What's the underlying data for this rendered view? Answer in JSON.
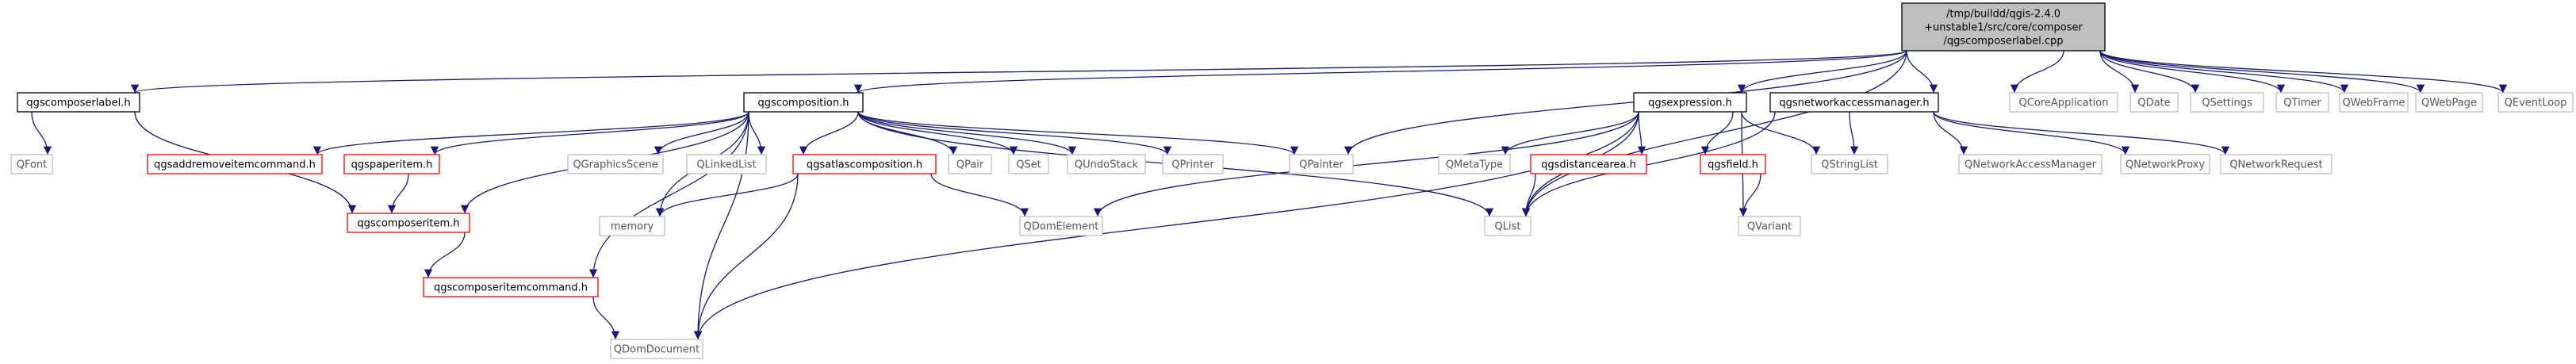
{
  "graph": {
    "root_lines": [
      "/tmp/buildd/qgis-2.4.0",
      "+unstable1/src/core/composer",
      "/qgscomposerlabel.cpp"
    ],
    "nodes": [
      {
        "id": "root",
        "label": "/tmp/buildd/qgis-2.4.0\n+unstable1/src/core/composer\n/qgscomposerlabel.cpp",
        "style": "root"
      },
      {
        "id": "qgscomposerlabel_h",
        "label": "qgscomposerlabel.h",
        "style": "internal"
      },
      {
        "id": "qgscomposition_h",
        "label": "qgscomposition.h",
        "style": "internal"
      },
      {
        "id": "qgsexpression_h",
        "label": "qgsexpression.h",
        "style": "internal"
      },
      {
        "id": "qgsnetworkaccessmanager_h",
        "label": "qgsnetworkaccessmanager.h",
        "style": "internal"
      },
      {
        "id": "QCoreApplication",
        "label": "QCoreApplication",
        "style": "external"
      },
      {
        "id": "QDate",
        "label": "QDate",
        "style": "external"
      },
      {
        "id": "QSettings",
        "label": "QSettings",
        "style": "external"
      },
      {
        "id": "QTimer",
        "label": "QTimer",
        "style": "external"
      },
      {
        "id": "QWebFrame",
        "label": "QWebFrame",
        "style": "external"
      },
      {
        "id": "QWebPage",
        "label": "QWebPage",
        "style": "external"
      },
      {
        "id": "QEventLoop",
        "label": "QEventLoop",
        "style": "external"
      },
      {
        "id": "QFont",
        "label": "QFont",
        "style": "external"
      },
      {
        "id": "qgsaddremoveitemcommand_h",
        "label": "qgsaddremoveitemcommand.h",
        "style": "truncated"
      },
      {
        "id": "qgspaperitem_h",
        "label": "qgspaperitem.h",
        "style": "truncated"
      },
      {
        "id": "QGraphicsScene",
        "label": "QGraphicsScene",
        "style": "external"
      },
      {
        "id": "QLinkedList",
        "label": "QLinkedList",
        "style": "external"
      },
      {
        "id": "qgsatlascomposition_h",
        "label": "qgsatlascomposition.h",
        "style": "truncated"
      },
      {
        "id": "QPair",
        "label": "QPair",
        "style": "external"
      },
      {
        "id": "QSet",
        "label": "QSet",
        "style": "external"
      },
      {
        "id": "QUndoStack",
        "label": "QUndoStack",
        "style": "external"
      },
      {
        "id": "QPrinter",
        "label": "QPrinter",
        "style": "external"
      },
      {
        "id": "QPainter",
        "label": "QPainter",
        "style": "external"
      },
      {
        "id": "QMetaType",
        "label": "QMetaType",
        "style": "external"
      },
      {
        "id": "qgsdistancearea_h",
        "label": "qgsdistancearea.h",
        "style": "truncated"
      },
      {
        "id": "qgsfield_h",
        "label": "qgsfield.h",
        "style": "truncated"
      },
      {
        "id": "QStringList",
        "label": "QStringList",
        "style": "external"
      },
      {
        "id": "QNetworkAccessManager",
        "label": "QNetworkAccessManager",
        "style": "external"
      },
      {
        "id": "QNetworkProxy",
        "label": "QNetworkProxy",
        "style": "external"
      },
      {
        "id": "QNetworkRequest",
        "label": "QNetworkRequest",
        "style": "external"
      },
      {
        "id": "qgscomposeritem_h",
        "label": "qgscomposeritem.h",
        "style": "truncated"
      },
      {
        "id": "memory",
        "label": "memory",
        "style": "external"
      },
      {
        "id": "QDomElement",
        "label": "QDomElement",
        "style": "external"
      },
      {
        "id": "QList",
        "label": "QList",
        "style": "external"
      },
      {
        "id": "QVariant",
        "label": "QVariant",
        "style": "external"
      },
      {
        "id": "qgscomposeritemcommand_h",
        "label": "qgscomposeritemcommand.h",
        "style": "truncated"
      },
      {
        "id": "QDomDocument",
        "label": "QDomDocument",
        "style": "external"
      }
    ],
    "edges": [
      [
        "root",
        "qgscomposerlabel_h"
      ],
      [
        "root",
        "qgscomposition_h"
      ],
      [
        "root",
        "QPainter"
      ],
      [
        "root",
        "qgsexpression_h"
      ],
      [
        "root",
        "qgsnetworkaccessmanager_h"
      ],
      [
        "root",
        "QCoreApplication"
      ],
      [
        "root",
        "QDate"
      ],
      [
        "root",
        "QSettings"
      ],
      [
        "root",
        "QTimer"
      ],
      [
        "root",
        "QWebFrame"
      ],
      [
        "root",
        "QWebPage"
      ],
      [
        "root",
        "QEventLoop"
      ],
      [
        "root",
        "QList"
      ],
      [
        "qgscomposerlabel_h",
        "QFont"
      ],
      [
        "qgscomposerlabel_h",
        "qgscomposeritem_h"
      ],
      [
        "qgscomposition_h",
        "qgsaddremoveitemcommand_h"
      ],
      [
        "qgscomposition_h",
        "qgspaperitem_h"
      ],
      [
        "qgscomposition_h",
        "QGraphicsScene"
      ],
      [
        "qgscomposition_h",
        "QLinkedList"
      ],
      [
        "qgscomposition_h",
        "qgsatlascomposition_h"
      ],
      [
        "qgscomposition_h",
        "QPair"
      ],
      [
        "qgscomposition_h",
        "QSet"
      ],
      [
        "qgscomposition_h",
        "QUndoStack"
      ],
      [
        "qgscomposition_h",
        "QPrinter"
      ],
      [
        "qgscomposition_h",
        "QPainter"
      ],
      [
        "qgscomposition_h",
        "qgscomposeritem_h"
      ],
      [
        "qgscomposition_h",
        "memory"
      ],
      [
        "qgscomposition_h",
        "QDomDocument"
      ],
      [
        "qgscomposition_h",
        "qgscomposeritemcommand_h"
      ],
      [
        "qgscomposition_h",
        "QList"
      ],
      [
        "qgsexpression_h",
        "QMetaType"
      ],
      [
        "qgsexpression_h",
        "qgsdistancearea_h"
      ],
      [
        "qgsexpression_h",
        "qgsfield_h"
      ],
      [
        "qgsexpression_h",
        "QStringList"
      ],
      [
        "qgsexpression_h",
        "QDomElement"
      ],
      [
        "qgsexpression_h",
        "QList"
      ],
      [
        "qgsexpression_h",
        "QVariant"
      ],
      [
        "qgsexpression_h",
        "QDomDocument"
      ],
      [
        "qgsnetworkaccessmanager_h",
        "QStringList"
      ],
      [
        "qgsnetworkaccessmanager_h",
        "QNetworkAccessManager"
      ],
      [
        "qgsnetworkaccessmanager_h",
        "QNetworkProxy"
      ],
      [
        "qgsnetworkaccessmanager_h",
        "QNetworkRequest"
      ],
      [
        "qgsnetworkaccessmanager_h",
        "QList"
      ],
      [
        "qgspaperitem_h",
        "qgscomposeritem_h"
      ],
      [
        "qgsatlascomposition_h",
        "memory"
      ],
      [
        "qgsatlascomposition_h",
        "QDomElement"
      ],
      [
        "qgsatlascomposition_h",
        "QDomDocument"
      ],
      [
        "qgsdistancearea_h",
        "QList"
      ],
      [
        "qgsfield_h",
        "QVariant"
      ],
      [
        "qgscomposeritem_h",
        "qgscomposeritemcommand_h"
      ],
      [
        "qgscomposeritemcommand_h",
        "QDomDocument"
      ]
    ]
  },
  "colors": {
    "edge": "#191970",
    "root_fill": "#bfbfbf",
    "internal_border": "#000000",
    "truncated_border": "#ff0000",
    "external_border": "#bfbfbf",
    "text": "#000000",
    "external_text": "#555555"
  }
}
